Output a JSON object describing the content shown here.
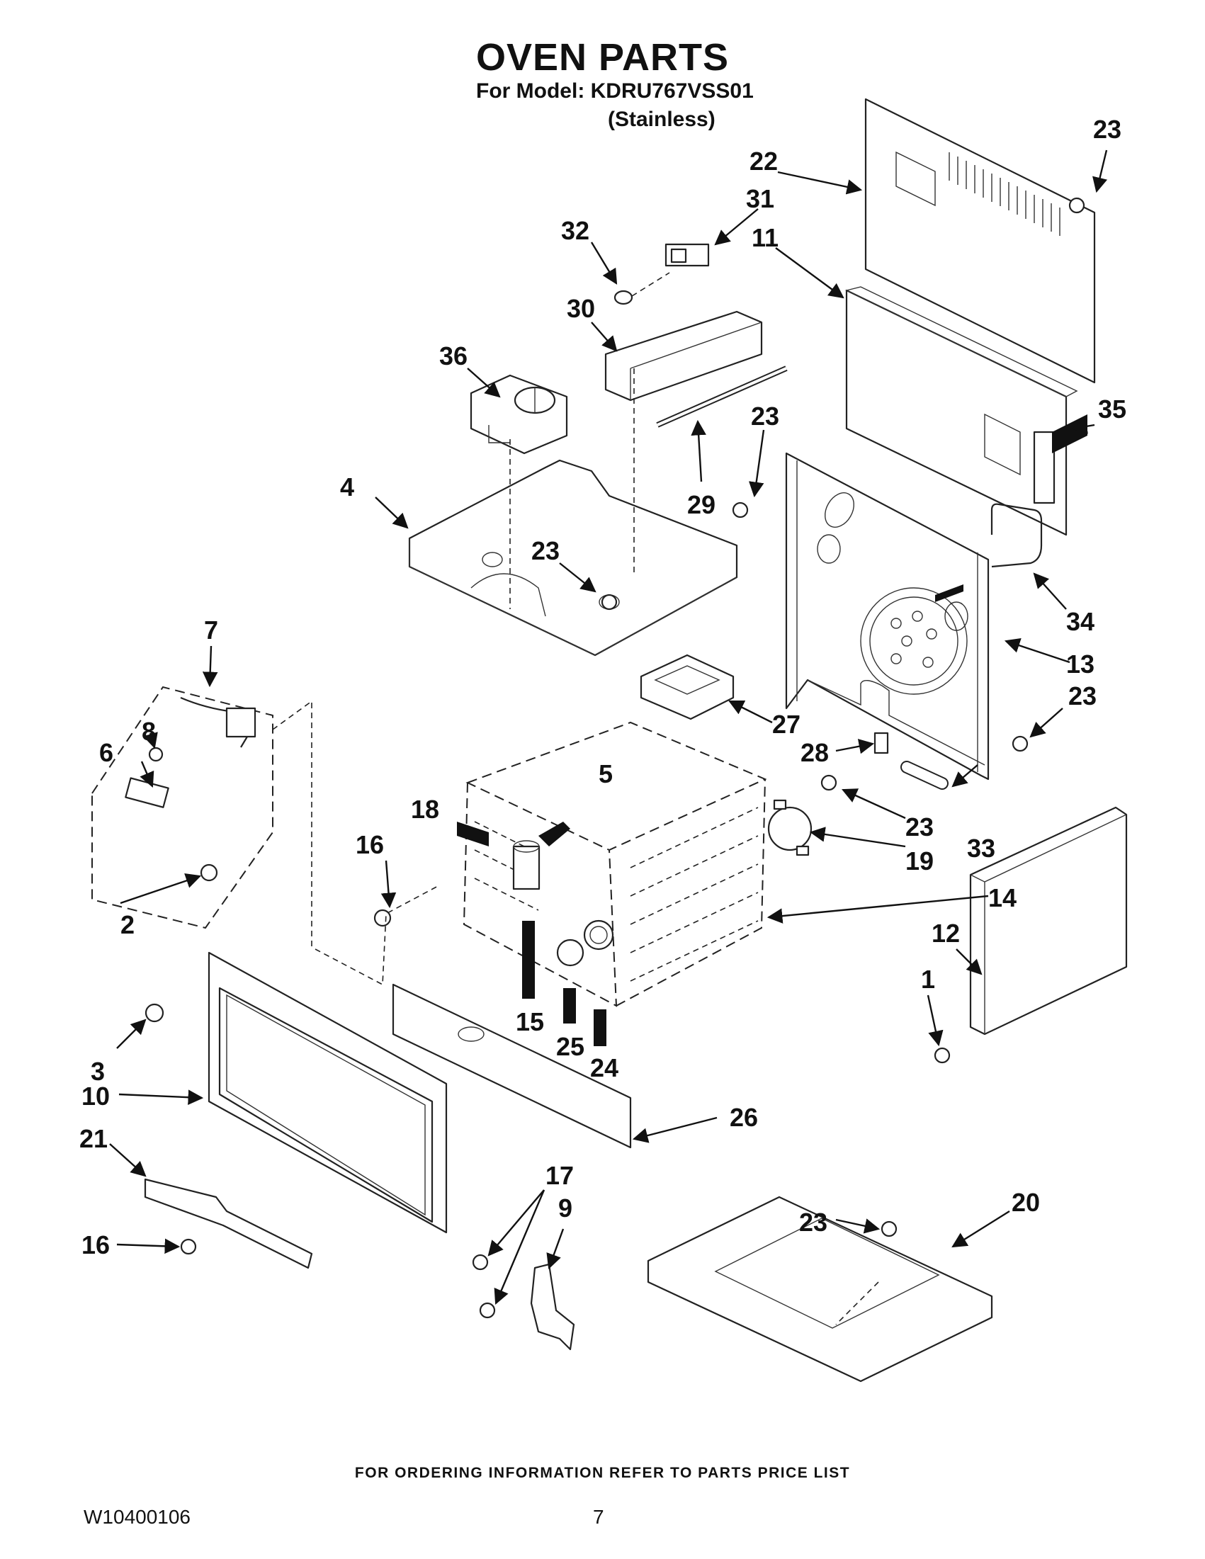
{
  "header": {
    "title": "OVEN PARTS",
    "model": "For Model: KDRU767VSS01",
    "finish": "(Stainless)"
  },
  "footer": {
    "ordering_info": "FOR ORDERING INFORMATION REFER TO PARTS PRICE LIST",
    "document_id": "W10400106",
    "page_number": "7"
  },
  "callouts": [
    "1",
    "2",
    "3",
    "4",
    "5",
    "6",
    "7",
    "8",
    "9",
    "10",
    "11",
    "12",
    "13",
    "14",
    "15",
    "16",
    "17",
    "18",
    "19",
    "20",
    "21",
    "22",
    "23",
    "24",
    "25",
    "26",
    "27",
    "28",
    "29",
    "30",
    "31",
    "32",
    "33",
    "34",
    "35",
    "36"
  ]
}
